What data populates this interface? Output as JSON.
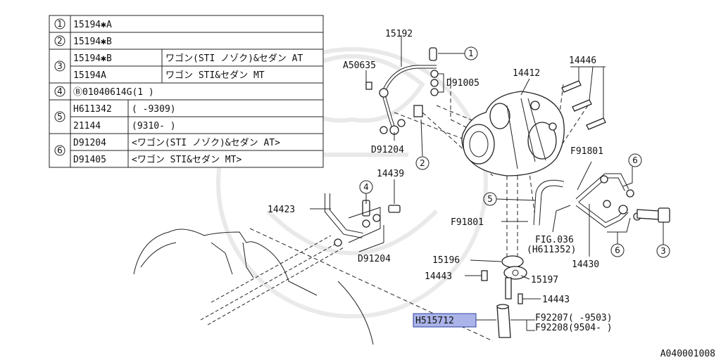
{
  "table": {
    "rows": [
      {
        "circle": "1",
        "cells": [
          "15194✱A"
        ]
      },
      {
        "circle": "2",
        "cells": [
          "15194✱B"
        ]
      },
      {
        "circle": "3",
        "cells": [
          "15194✱B",
          "ワゴン(STI ノゾク)&セダン AT"
        ]
      },
      {
        "circle": "",
        "cells": [
          "15194A",
          "ワゴン STI&セダン MT"
        ]
      },
      {
        "circle": "4",
        "cells": [
          "Ⓑ01040614G(1 )"
        ]
      },
      {
        "circle": "5",
        "cells": [
          "H611342",
          "( -9309)"
        ]
      },
      {
        "circle": "",
        "cells": [
          "21144",
          "(9310- )"
        ]
      },
      {
        "circle": "6",
        "cells": [
          "D91204",
          "<ワゴン(STI ノゾク)&セダン AT>"
        ]
      },
      {
        "circle": "",
        "cells": [
          "D91405",
          "<ワゴン STI&セダン MT>"
        ]
      }
    ]
  },
  "labels": {
    "p15192": "15192",
    "a50635": "A50635",
    "d91005": "D91005",
    "p14412": "14412",
    "p14446": "14446",
    "d91204a": "D91204",
    "p14439": "14439",
    "f91801a": "F91801",
    "p14423": "14423",
    "f91801b": "F91801",
    "fig036": "FIG.036",
    "fig036sub": "(H611352)",
    "d91204b": "D91204",
    "p15196": "15196",
    "p14430": "14430",
    "p14443a": "14443",
    "p15197": "15197",
    "p14443b": "14443",
    "h515712": "H515712",
    "f92207": "F92207(     -9503)",
    "f92208": "F92208(9504-     )",
    "footer": "A040001008"
  },
  "callouts": {
    "c1": "1",
    "c2": "2",
    "c3": "3",
    "c4": "4",
    "c5": "5",
    "c6a": "6",
    "c6b": "6"
  },
  "colors": {
    "highlight": "#aab4e8",
    "line": "#222222"
  }
}
